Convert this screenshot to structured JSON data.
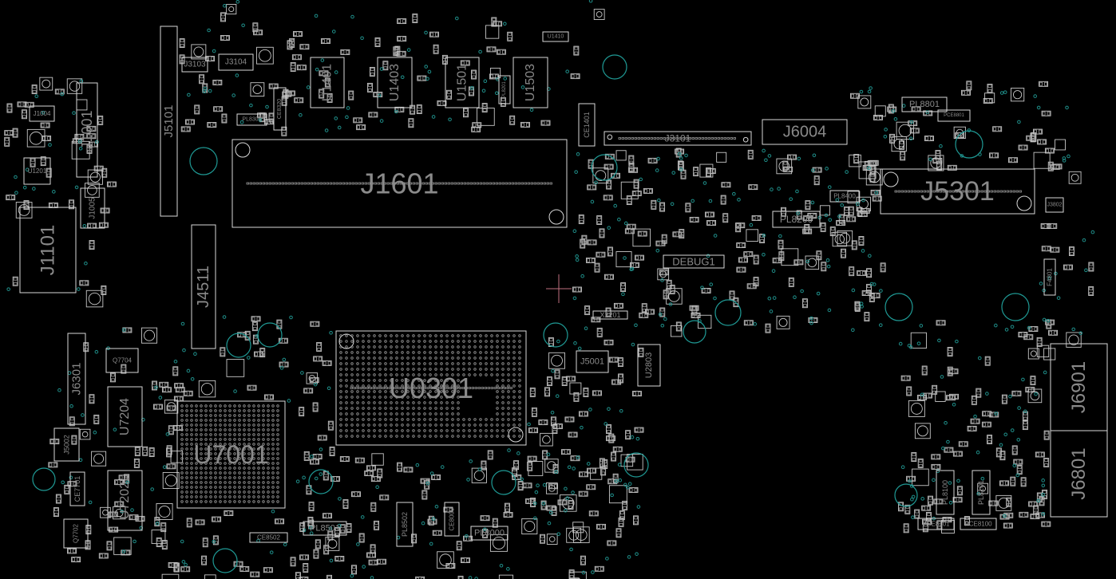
{
  "view": {
    "title": "Boardview",
    "crosshair_color": "#c07080",
    "outline_color": "#d8d8d8",
    "via_color": "#1f9a95",
    "label_color": "#8a8a8a"
  },
  "components": [
    {
      "ref": "J1601"
    },
    {
      "ref": "U0301"
    },
    {
      "ref": "U7001"
    },
    {
      "ref": "J5301"
    },
    {
      "ref": "J6004"
    },
    {
      "ref": "J3101"
    },
    {
      "ref": "J1101"
    },
    {
      "ref": "J1001"
    },
    {
      "ref": "J4511"
    },
    {
      "ref": "J5101"
    },
    {
      "ref": "J6301"
    },
    {
      "ref": "J6901"
    },
    {
      "ref": "J6801"
    },
    {
      "ref": "U1401"
    },
    {
      "ref": "U1403"
    },
    {
      "ref": "U1501"
    },
    {
      "ref": "U1503"
    },
    {
      "ref": "U7204"
    },
    {
      "ref": "U7202"
    },
    {
      "ref": "DEBUG1"
    },
    {
      "ref": "PL8200"
    },
    {
      "ref": "PL8801"
    },
    {
      "ref": "PL8501"
    },
    {
      "ref": "PL8000"
    },
    {
      "ref": "J5001"
    },
    {
      "ref": "U2803"
    },
    {
      "ref": "X2201"
    },
    {
      "ref": "J3103"
    },
    {
      "ref": "J3104"
    },
    {
      "ref": "J1004"
    },
    {
      "ref": "CE1401"
    },
    {
      "ref": "J5002"
    },
    {
      "ref": "CE7701"
    },
    {
      "ref": "Q7704"
    },
    {
      "ref": "Q7702"
    },
    {
      "ref": "CE8502"
    },
    {
      "ref": "PL8502"
    },
    {
      "ref": "CE8000"
    },
    {
      "ref": "PL8400"
    },
    {
      "ref": "J3802"
    },
    {
      "ref": "F4801"
    },
    {
      "ref": "PL8101"
    },
    {
      "ref": "PL8100"
    },
    {
      "ref": "PCE8101"
    },
    {
      "ref": "PCE8100"
    },
    {
      "ref": "PL8301"
    },
    {
      "ref": "CE8320"
    },
    {
      "ref": "U1201"
    },
    {
      "ref": "J1005"
    },
    {
      "ref": "U1410"
    },
    {
      "ref": "PL8201"
    },
    {
      "ref": "PCE8801"
    }
  ]
}
